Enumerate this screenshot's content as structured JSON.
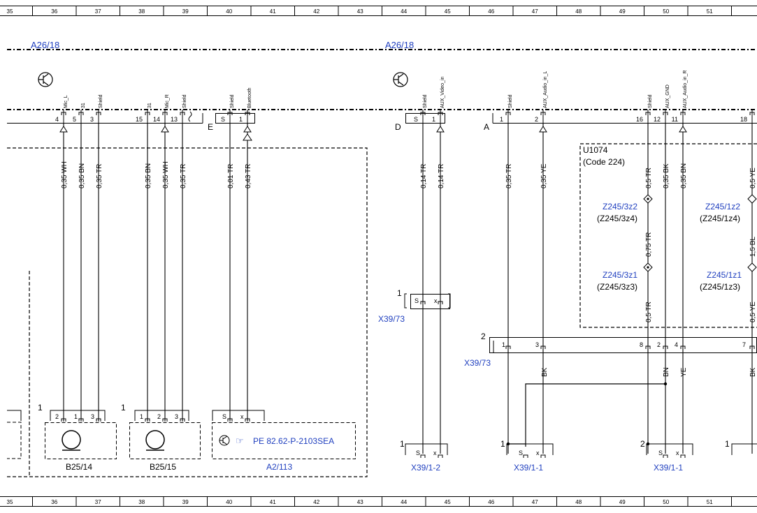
{
  "grid": {
    "columns": [
      "35",
      "36",
      "37",
      "38",
      "39",
      "40",
      "41",
      "42",
      "43",
      "44",
      "45",
      "46",
      "47",
      "48",
      "49",
      "50",
      "51"
    ]
  },
  "modules": {
    "left": "A26/18",
    "right": "A26/18"
  },
  "connectors": {
    "E": "E",
    "D": "D",
    "A": "A"
  },
  "pins_top": [
    {
      "label": "Mic_L",
      "num": "4"
    },
    {
      "label": "31",
      "num": "5"
    },
    {
      "label": "Shield",
      "num": "3"
    },
    {
      "label": "31",
      "num": "15"
    },
    {
      "label": "Mic_R",
      "num": "14"
    },
    {
      "label": "Shield",
      "num": "13"
    },
    {
      "label": "Shield",
      "num": "S"
    },
    {
      "label": "Bluetooth",
      "num": "1"
    },
    {
      "label": "Shield",
      "num": "S"
    },
    {
      "label": "AUX_Video_in",
      "num": "1"
    },
    {
      "label": "Shield",
      "num": "1"
    },
    {
      "label": "AUX_Audio_in_L",
      "num": "2"
    },
    {
      "label": "Shield",
      "num": "16"
    },
    {
      "label": "AUX_GND",
      "num": "12"
    },
    {
      "label": "AUX_Audio_in_R",
      "num": "11"
    },
    {
      "label": "",
      "num": "18"
    }
  ],
  "wires": [
    "0,35 WH",
    "0,35 BN",
    "0,35 TR",
    "0,35 BN",
    "0,35 WH",
    "0,35 TR",
    "0,01 TR",
    "0,43 TR",
    "0,14 TR",
    "0,14 TR",
    "0,35 TR",
    "0,35 YE",
    "0,5 TR",
    "0,35 BK",
    "0,35 BN",
    "0,5 YE"
  ],
  "wire_lower": {
    "z_tr": "0,75 TR",
    "z_tr2": "0,5 TR",
    "z_cut1": "1,5 BL",
    "z_cut2": "0,5 YE"
  },
  "u1074": {
    "name": "U1074",
    "code": "(Code 224)"
  },
  "splices": {
    "z1_top": "Z245/3z2",
    "z1_top_alt": "(Z245/3z4)",
    "z1_bot": "Z245/3z1",
    "z1_bot_alt": "(Z245/3z3)",
    "z2_top": "Z245/1z2",
    "z2_top_alt": "(Z245/1z4)",
    "z2_bot": "Z245/1z1",
    "z2_bot_alt": "(Z245/1z3)"
  },
  "x39_73_upper": {
    "label": "X39/73",
    "num": "1",
    "pins": [
      "S",
      "x"
    ]
  },
  "x39_73_lower": {
    "label": "X39/73",
    "num": "2",
    "pins": [
      "1",
      "3",
      "8",
      "2",
      "4",
      "7"
    ]
  },
  "bk_label": "BK",
  "bn_label": "BN",
  "ye_label": "YE",
  "bk2_label": "BK",
  "components": {
    "b25_14": {
      "label": "B25/14",
      "num": "1",
      "pins": [
        "2",
        "1",
        "3"
      ]
    },
    "b25_15": {
      "label": "B25/15",
      "num": "1",
      "pins": [
        "1",
        "2",
        "3"
      ]
    },
    "a2_113": {
      "label": "A2/113",
      "pins": [
        "S",
        "x"
      ],
      "ref": "PE 82.62-P-2103SEA"
    }
  },
  "bottom_connectors": [
    {
      "label": "X39/1-2",
      "num": "1",
      "pins": [
        "S",
        "x"
      ]
    },
    {
      "label": "X39/1-1",
      "num": "1",
      "pins": [
        "S",
        "x"
      ]
    },
    {
      "label": "X39/1-1",
      "num": "2",
      "pins": [
        "S",
        "x"
      ]
    },
    {
      "label": "",
      "num": "1",
      "pins": []
    }
  ],
  "colors": {
    "label_blue": "#1f3fbf",
    "line": "#000000"
  }
}
